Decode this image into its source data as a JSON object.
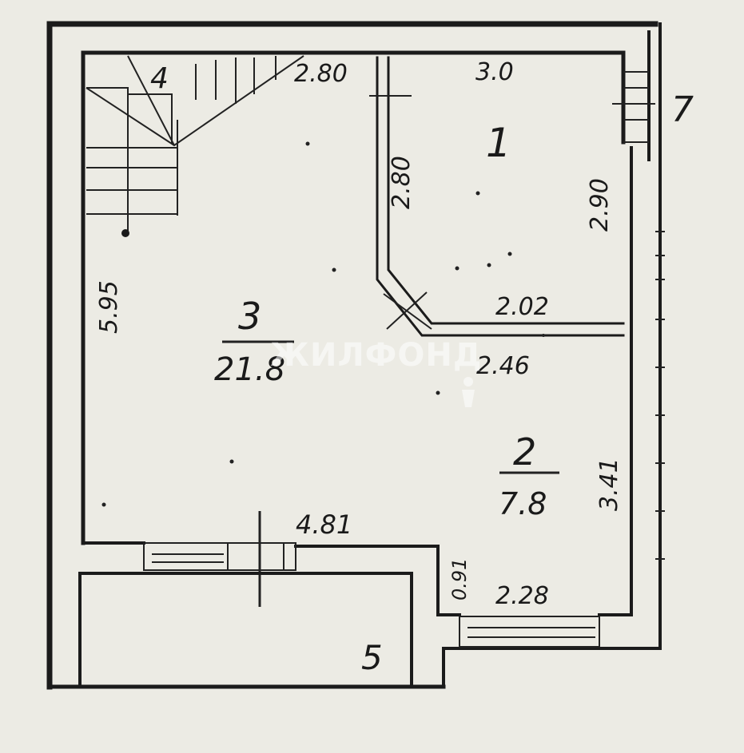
{
  "rooms": [
    {
      "id": "1",
      "label": "1",
      "area": ""
    },
    {
      "id": "2",
      "label": "2",
      "area": "7.8"
    },
    {
      "id": "3",
      "label": "3",
      "area": "21.8"
    },
    {
      "id": "4",
      "label": "4",
      "area": ""
    },
    {
      "id": "5",
      "label": "5",
      "area": ""
    },
    {
      "id": "7",
      "label": "7",
      "area": ""
    }
  ],
  "dimensions": {
    "top_left": "2.80",
    "top_right": "3.0",
    "partition": "2.80",
    "room1_right": "2.90",
    "left": "5.95",
    "room1_bottom": "2.02",
    "room2_top": "2.46",
    "room2_right": "3.41",
    "bottom_mid": "4.81",
    "step": "0.91",
    "bottom_right": "2.28"
  },
  "watermark": "ЖИЛФОНД",
  "colors": {
    "paper": "#ecebe4",
    "ink": "#1b1b1b"
  }
}
